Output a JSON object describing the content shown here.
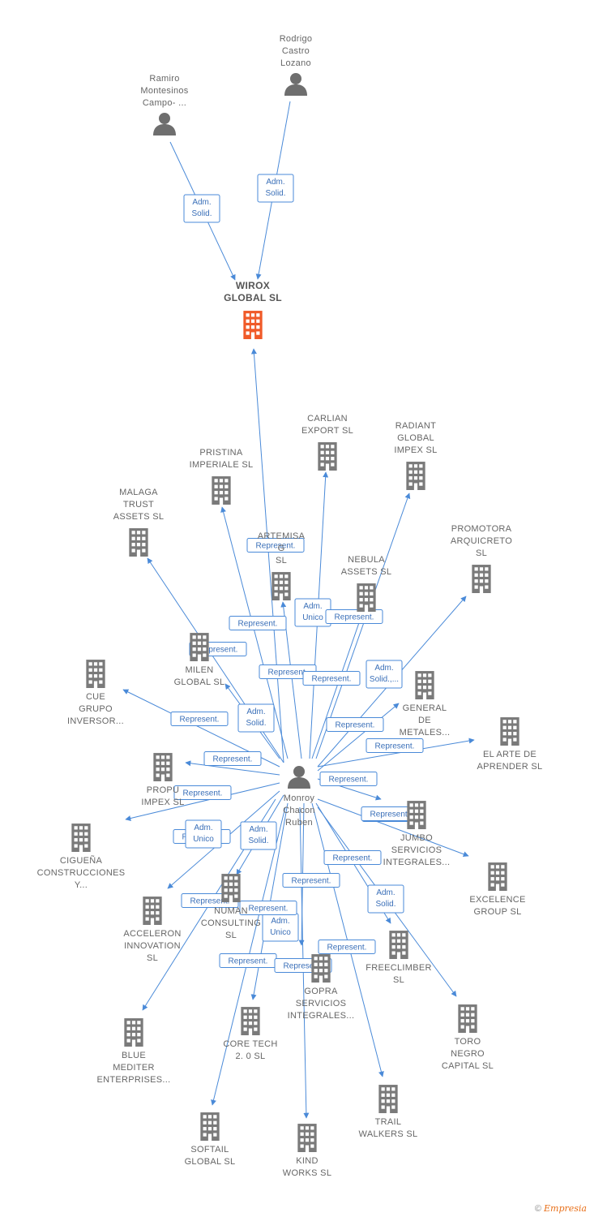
{
  "colors": {
    "edge": "#4a8ad8",
    "company": "#7a7a7a",
    "main_company": "#f05a28",
    "person": "#6e6e6e"
  },
  "nodes": [
    {
      "id": "ramiro",
      "type": "person",
      "lines": [
        "Ramiro",
        "Montesinos",
        "Campo- ..."
      ]
    },
    {
      "id": "rodrigo",
      "type": "person",
      "lines": [
        "Rodrigo",
        "Castro",
        "Lozano"
      ]
    },
    {
      "id": "wirox",
      "type": "main",
      "lines": [
        "WIROX",
        "GLOBAL  SL"
      ]
    },
    {
      "id": "monroy",
      "type": "person",
      "lines": [
        "Monroy",
        "Chacon",
        "Ruben"
      ]
    },
    {
      "id": "carlian",
      "type": "company",
      "lines": [
        "CARLIAN",
        "EXPORT SL"
      ]
    },
    {
      "id": "radiant",
      "type": "company",
      "lines": [
        "RADIANT",
        "GLOBAL",
        "IMPEX  SL"
      ]
    },
    {
      "id": "pristina",
      "type": "company",
      "lines": [
        "PRISTINA",
        "IMPERIALE  SL"
      ]
    },
    {
      "id": "malaga",
      "type": "company",
      "lines": [
        "MALAGA",
        "TRUST",
        "ASSETS  SL"
      ]
    },
    {
      "id": "promotora",
      "type": "company",
      "lines": [
        "PROMOTORA",
        "ARQUICRETO",
        "SL"
      ]
    },
    {
      "id": "artemisa",
      "type": "company",
      "lines": [
        "ARTEMISA",
        "G",
        "SL"
      ]
    },
    {
      "id": "nebula",
      "type": "company",
      "lines": [
        "NEBULA",
        "ASSETS  SL"
      ]
    },
    {
      "id": "milen",
      "type": "company",
      "lines": [
        "MILEN",
        "GLOBAL  SL"
      ]
    },
    {
      "id": "cue",
      "type": "company",
      "lines": [
        "CUE",
        "GRUPO",
        "INVERSOR..."
      ]
    },
    {
      "id": "general",
      "type": "company",
      "lines": [
        "GENERAL",
        "DE",
        "METALES..."
      ]
    },
    {
      "id": "elarte",
      "type": "company",
      "lines": [
        "EL ARTE DE",
        "APRENDER  SL"
      ]
    },
    {
      "id": "propu",
      "type": "company",
      "lines": [
        "PROPU",
        "IMPEX  SL"
      ]
    },
    {
      "id": "jumbo",
      "type": "company",
      "lines": [
        "JUMBO",
        "SERVICIOS",
        "INTEGRALES..."
      ]
    },
    {
      "id": "ciguena",
      "type": "company",
      "lines": [
        "CIGUEÑA",
        "CONSTRUCCIONES",
        "Y..."
      ]
    },
    {
      "id": "excelence",
      "type": "company",
      "lines": [
        "EXCELENCE",
        "GROUP  SL"
      ]
    },
    {
      "id": "acceleron",
      "type": "company",
      "lines": [
        "ACCELERON",
        "INNOVATION",
        "SL"
      ]
    },
    {
      "id": "numan",
      "type": "company",
      "lines": [
        "NUMAN",
        "CONSULTING",
        "SL"
      ]
    },
    {
      "id": "freeclimber",
      "type": "company",
      "lines": [
        "FREECLIMBER",
        "SL"
      ]
    },
    {
      "id": "gopra",
      "type": "company",
      "lines": [
        "GOPRA",
        "SERVICIOS",
        "INTEGRALES..."
      ]
    },
    {
      "id": "toro",
      "type": "company",
      "lines": [
        "TORO",
        "NEGRO",
        "CAPITAL  SL"
      ]
    },
    {
      "id": "blue",
      "type": "company",
      "lines": [
        "BLUE",
        "MEDITER",
        "ENTERPRISES..."
      ]
    },
    {
      "id": "coretech",
      "type": "company",
      "lines": [
        "CORE TECH",
        "2. 0  SL"
      ]
    },
    {
      "id": "trail",
      "type": "company",
      "lines": [
        "TRAIL",
        "WALKERS  SL"
      ]
    },
    {
      "id": "softail",
      "type": "company",
      "lines": [
        "SOFTAIL",
        "GLOBAL  SL"
      ]
    },
    {
      "id": "kind",
      "type": "company",
      "lines": [
        "KIND",
        "WORKS  SL"
      ]
    }
  ],
  "edges": [
    {
      "from": "ramiro",
      "to": "wirox",
      "label": [
        "Adm.",
        "Solid."
      ]
    },
    {
      "from": "rodrigo",
      "to": "wirox",
      "label": [
        "Adm.",
        "Solid."
      ]
    },
    {
      "from": "monroy",
      "to": "wirox",
      "label": [
        "Represent."
      ]
    },
    {
      "from": "monroy",
      "to": "carlian",
      "label": [
        "Represent."
      ]
    },
    {
      "from": "monroy",
      "to": "radiant",
      "label": [
        "Represent."
      ]
    },
    {
      "from": "monroy",
      "to": "pristina",
      "label": [
        "Represent."
      ]
    },
    {
      "from": "monroy",
      "to": "malaga",
      "label": [
        "Represent."
      ]
    },
    {
      "from": "monroy",
      "to": "promotora",
      "label": [
        "Adm.",
        "Solid.,..."
      ]
    },
    {
      "from": "monroy",
      "to": "artemisa",
      "label": [
        "Adm.",
        "Unico"
      ]
    },
    {
      "from": "monroy",
      "to": "nebula",
      "label": [
        "Represent."
      ]
    },
    {
      "from": "monroy",
      "to": "milen",
      "label": [
        "Adm.",
        "Solid."
      ]
    },
    {
      "from": "monroy",
      "to": "cue",
      "label": [
        "Represent."
      ]
    },
    {
      "from": "monroy",
      "to": "general",
      "label": [
        "Represent."
      ]
    },
    {
      "from": "monroy",
      "to": "elarte",
      "label": [
        "Represent."
      ]
    },
    {
      "from": "monroy",
      "to": "propu",
      "label": [
        "Represent."
      ]
    },
    {
      "from": "monroy",
      "to": "jumbo",
      "label": [
        "Represent."
      ]
    },
    {
      "from": "monroy",
      "to": "ciguena",
      "label": [
        "Represent."
      ]
    },
    {
      "from": "monroy",
      "to": "excelence",
      "label": [
        "Represent."
      ]
    },
    {
      "from": "monroy",
      "to": "acceleron",
      "label": [
        "Represent."
      ]
    },
    {
      "from": "monroy",
      "to": "numan",
      "label": [
        "Adm.",
        "Solid."
      ]
    },
    {
      "from": "monroy",
      "to": "freeclimber",
      "label": [
        "Adm.",
        "Solid."
      ]
    },
    {
      "from": "monroy",
      "to": "gopra",
      "label": [
        "Adm.",
        "Unico"
      ]
    },
    {
      "from": "monroy",
      "to": "toro",
      "label": [
        "Represent."
      ]
    },
    {
      "from": "monroy",
      "to": "blue",
      "label": [
        "Represent."
      ]
    },
    {
      "from": "monroy",
      "to": "coretech",
      "label": [
        "Represent."
      ]
    },
    {
      "from": "monroy",
      "to": "trail",
      "label": [
        "Represent."
      ]
    },
    {
      "from": "monroy",
      "to": "softail",
      "label": [
        "Represent."
      ]
    },
    {
      "from": "monroy",
      "to": "kind",
      "label": [
        "Represent."
      ]
    }
  ],
  "footer": {
    "copyright": "©",
    "brand": "Empresia"
  }
}
